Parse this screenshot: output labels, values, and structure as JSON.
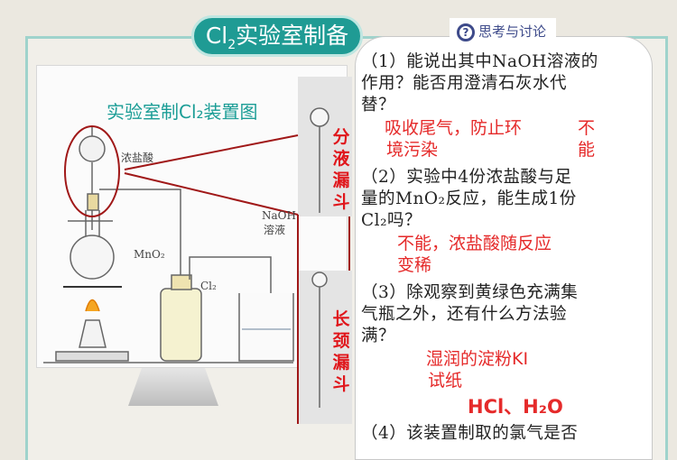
{
  "header": {
    "title_prefix": "Cl",
    "title_sub": "2",
    "title_suffix": "实验室制备",
    "badge_label": "思考与讨论"
  },
  "diagram": {
    "title": "实验室制Cl₂装置图",
    "labels": {
      "conc_hcl": "浓盐酸",
      "mno2": "MnO₂",
      "cl2": "Cl₂",
      "naoh_top": "NaOH",
      "naoh_bottom": "溶液"
    },
    "separatory_funnel": "分液漏斗",
    "long_neck_funnel": "长颈漏斗"
  },
  "questions": [
    {
      "lines": [
        "（1）能说出其中NaOH溶液的",
        "作用？能否用澄清石灰水代",
        "替？"
      ],
      "answers": [
        "吸收尾气，防止环",
        "境污染",
        "不",
        "能"
      ]
    },
    {
      "lines": [
        "（2）实验中4份浓盐酸与足",
        "量的MnO₂反应，能生成1份",
        "Cl₂吗？"
      ],
      "answers": [
        "不能，浓盐酸随反应",
        "变稀"
      ]
    },
    {
      "lines": [
        "（3）除观察到黄绿色充满集",
        "气瓶之外，还有什么方法验",
        "满？"
      ],
      "answers": [
        "湿润的淀粉KI",
        "试纸"
      ]
    },
    {
      "lines": [
        "（4）该装置制取的氯气是否"
      ],
      "answers": [
        "HCl、H₂O"
      ]
    }
  ],
  "colors": {
    "accent": "#1f9b94",
    "answer": "#e52a2a",
    "callout": "#a01818"
  }
}
